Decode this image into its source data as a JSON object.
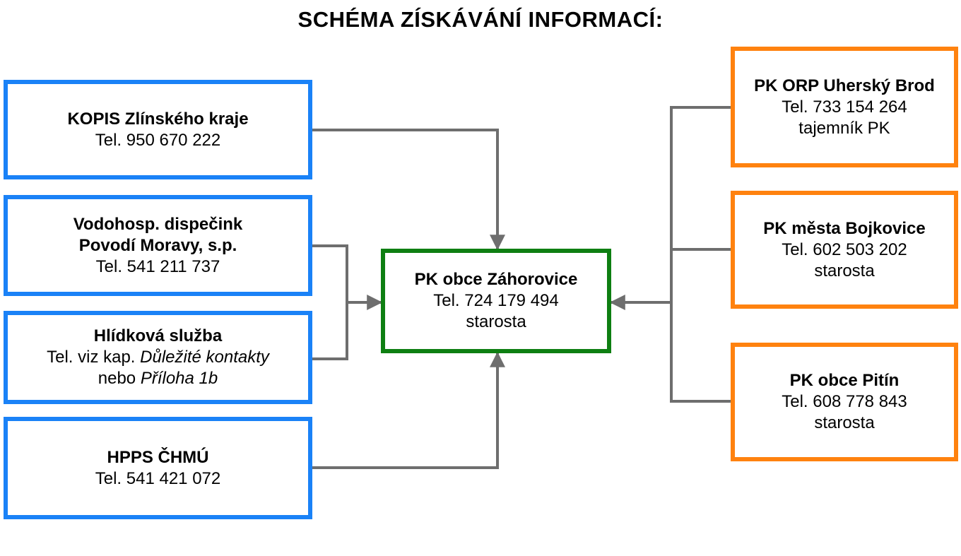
{
  "title": "SCHÉMA ZÍSKÁVÁNÍ INFORMACÍ:",
  "colors": {
    "source_border": "#1a82f7",
    "neighbor_border": "#ff820f",
    "center_border": "#0e7f12",
    "connector": "#6e6e6e"
  },
  "left_sources": {
    "kopis": {
      "name": "KOPIS Zlínského kraje",
      "phone": "Tel. 950 670 222"
    },
    "vodohosp": {
      "name_line1": "Vodohosp. dispečink",
      "name_line2": "Povodí Moravy, s.p.",
      "phone": "Tel. 541 211 737"
    },
    "hlidkova": {
      "name": "Hlídková služba",
      "phone_prefix": "Tel. viz kap. ",
      "phone_ref": "Důležité kontakty",
      "alt_prefix": "nebo ",
      "alt_ref": "Příloha 1b"
    },
    "hpps": {
      "name": "HPPS ČHMÚ",
      "phone": "Tel. 541 421 072"
    }
  },
  "center": {
    "name": "PK obce Záhorovice",
    "phone": "Tel. 724 179 494",
    "role": "starosta"
  },
  "right_sources": {
    "orp": {
      "name": "PK ORP Uherský Brod",
      "phone": "Tel. 733 154 264",
      "role": "tajemník PK"
    },
    "bojkovice": {
      "name": "PK města Bojkovice",
      "phone": "Tel. 602 503 202",
      "role": "starosta"
    },
    "pitin": {
      "name": "PK obce Pitín",
      "phone": "Tel. 608 778 843",
      "role": "starosta"
    }
  }
}
